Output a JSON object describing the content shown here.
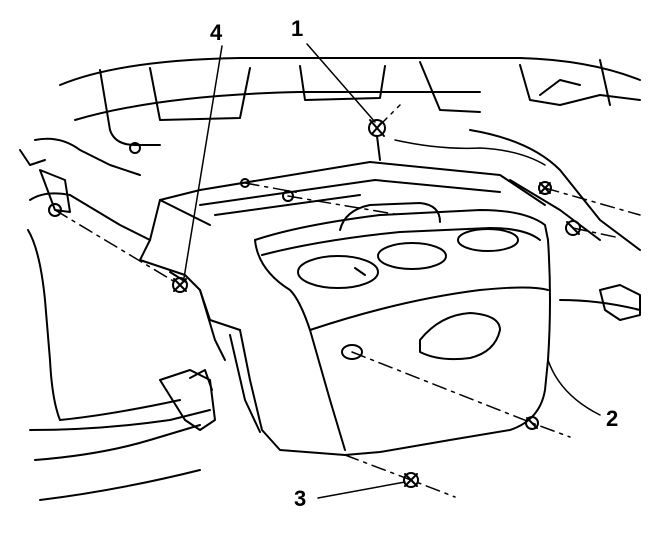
{
  "callouts": [
    {
      "id": "c1",
      "label": "1"
    },
    {
      "id": "c2",
      "label": "2"
    },
    {
      "id": "c3",
      "label": "3"
    },
    {
      "id": "c4",
      "label": "4"
    }
  ],
  "colors": {
    "line": "#000000",
    "background": "#ffffff"
  }
}
